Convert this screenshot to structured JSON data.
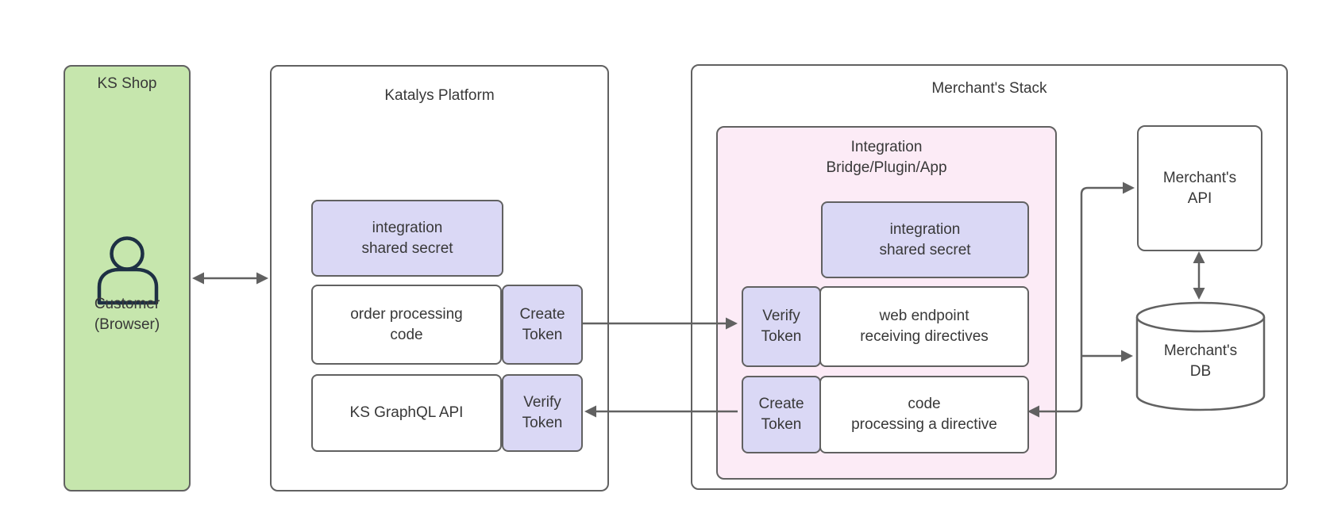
{
  "ks_shop": {
    "title": "KS Shop",
    "actor_line1": "Customer",
    "actor_line2": "(Browser)"
  },
  "katalys": {
    "title": "Katalys Platform",
    "secret_line1": "integration",
    "secret_line2": "shared secret",
    "order_line1": "order processing",
    "order_line2": "code",
    "create_token_line1": "Create",
    "create_token_line2": "Token",
    "graphql_label": "KS GraphQL API",
    "verify_token_line1": "Verify",
    "verify_token_line2": "Token"
  },
  "merchant": {
    "title": "Merchant's Stack",
    "bridge_line1": "Integration",
    "bridge_line2": "Bridge/Plugin/App",
    "secret_line1": "integration",
    "secret_line2": "shared secret",
    "verify_token_line1": "Verify",
    "verify_token_line2": "Token",
    "web_endpoint_line1": "web endpoint",
    "web_endpoint_line2": "receiving directives",
    "create_token_line1": "Create",
    "create_token_line2": "Token",
    "code_line1": "code",
    "code_line2": "processing a directive",
    "api_line1": "Merchant's",
    "api_line2": "API",
    "db_line1": "Merchant's",
    "db_line2": "DB"
  },
  "colors": {
    "green": "#c6e6ad",
    "purple": "#dad8f5",
    "pink": "#fcebf6",
    "stroke": "#616161",
    "icon": "#1e3044",
    "text": "#383838"
  }
}
